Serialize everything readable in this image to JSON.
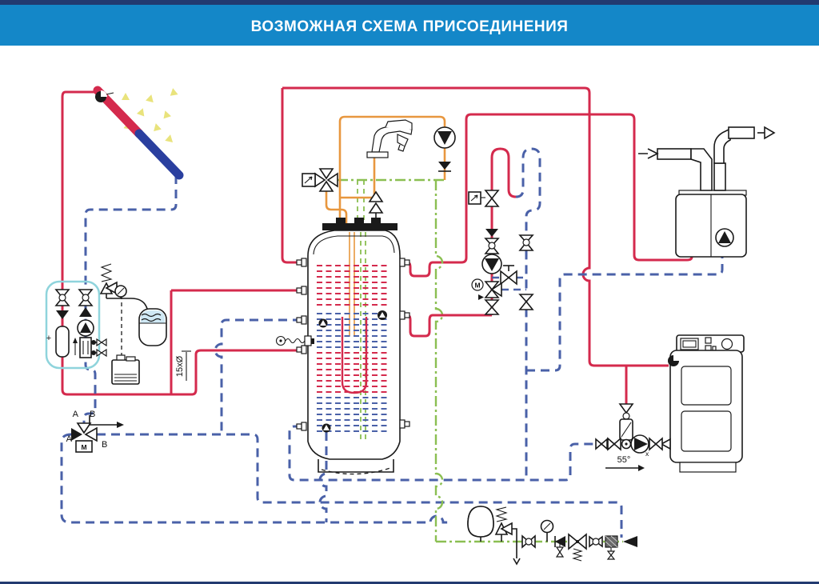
{
  "header": {
    "title": "ВОЗМОЖНАЯ СХЕМА ПРИСОЕДИНЕНИЯ"
  },
  "labels": {
    "port_top_a": "A",
    "port_top_b": "B",
    "port_left_a": "A",
    "port_right_b": "B",
    "motor": "M",
    "temp_setting": "55°",
    "pipe_dim": "15xØ",
    "plus": "+",
    "pump_mark": "x"
  },
  "colors": {
    "header": "#1487c8",
    "navy": "#223a70",
    "red": "#d42a4d",
    "dblue": "#4a61a8",
    "cblue": "#2a3f9f",
    "orange": "#e8973f",
    "green": "#8bbf52",
    "yellow": "#e9e37c",
    "lightblue": "#8fd4dc",
    "ink": "#1a1a1a"
  }
}
